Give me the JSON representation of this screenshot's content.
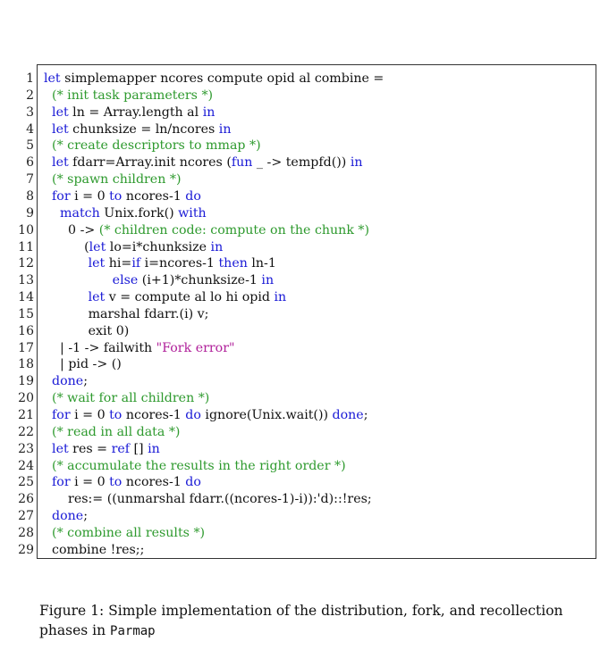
{
  "listing": {
    "lines": [
      [
        {
          "t": "kw",
          "v": "let"
        },
        {
          "t": "n",
          "v": " simplemapper ncores compute opid al combine ="
        }
      ],
      [
        {
          "t": "n",
          "v": "  "
        },
        {
          "t": "cm",
          "v": "(* init task parameters *)"
        }
      ],
      [
        {
          "t": "n",
          "v": "  "
        },
        {
          "t": "kw",
          "v": "let"
        },
        {
          "t": "n",
          "v": " ln = Array.length al "
        },
        {
          "t": "kw",
          "v": "in"
        }
      ],
      [
        {
          "t": "n",
          "v": "  "
        },
        {
          "t": "kw",
          "v": "let"
        },
        {
          "t": "n",
          "v": " chunksize = ln/ncores "
        },
        {
          "t": "kw",
          "v": "in"
        }
      ],
      [
        {
          "t": "n",
          "v": "  "
        },
        {
          "t": "cm",
          "v": "(* create descriptors to mmap *)"
        }
      ],
      [
        {
          "t": "n",
          "v": "  "
        },
        {
          "t": "kw",
          "v": "let"
        },
        {
          "t": "n",
          "v": " fdarr=Array.init ncores ("
        },
        {
          "t": "kw",
          "v": "fun"
        },
        {
          "t": "n",
          "v": " _ -> tempfd()) "
        },
        {
          "t": "kw",
          "v": "in"
        }
      ],
      [
        {
          "t": "n",
          "v": "  "
        },
        {
          "t": "cm",
          "v": "(* spawn children *)"
        }
      ],
      [
        {
          "t": "n",
          "v": "  "
        },
        {
          "t": "kw",
          "v": "for"
        },
        {
          "t": "n",
          "v": " i = 0 "
        },
        {
          "t": "kw",
          "v": "to"
        },
        {
          "t": "n",
          "v": " ncores-1 "
        },
        {
          "t": "kw",
          "v": "do"
        }
      ],
      [
        {
          "t": "n",
          "v": "    "
        },
        {
          "t": "kw",
          "v": "match"
        },
        {
          "t": "n",
          "v": " Unix.fork() "
        },
        {
          "t": "kw",
          "v": "with"
        }
      ],
      [
        {
          "t": "n",
          "v": "      0 -> "
        },
        {
          "t": "cm",
          "v": "(* children code: compute on the chunk *)"
        }
      ],
      [
        {
          "t": "n",
          "v": "          ("
        },
        {
          "t": "kw",
          "v": "let"
        },
        {
          "t": "n",
          "v": " lo=i*chunksize "
        },
        {
          "t": "kw",
          "v": "in"
        }
      ],
      [
        {
          "t": "n",
          "v": "           "
        },
        {
          "t": "kw",
          "v": "let"
        },
        {
          "t": "n",
          "v": " hi="
        },
        {
          "t": "kw",
          "v": "if"
        },
        {
          "t": "n",
          "v": " i=ncores-1 "
        },
        {
          "t": "kw",
          "v": "then"
        },
        {
          "t": "n",
          "v": " ln-1"
        }
      ],
      [
        {
          "t": "n",
          "v": "                 "
        },
        {
          "t": "kw",
          "v": "else"
        },
        {
          "t": "n",
          "v": " (i+1)*chunksize-1 "
        },
        {
          "t": "kw",
          "v": "in"
        }
      ],
      [
        {
          "t": "n",
          "v": "           "
        },
        {
          "t": "kw",
          "v": "let"
        },
        {
          "t": "n",
          "v": " v = compute al lo hi opid "
        },
        {
          "t": "kw",
          "v": "in"
        }
      ],
      [
        {
          "t": "n",
          "v": "           marshal fdarr.(i) v;"
        }
      ],
      [
        {
          "t": "n",
          "v": "           exit 0)"
        }
      ],
      [
        {
          "t": "n",
          "v": "    | -1 -> failwith "
        },
        {
          "t": "st",
          "v": "\"Fork error\""
        }
      ],
      [
        {
          "t": "n",
          "v": "    | pid -> ()"
        }
      ],
      [
        {
          "t": "n",
          "v": "  "
        },
        {
          "t": "kw",
          "v": "done"
        },
        {
          "t": "n",
          "v": ";"
        }
      ],
      [
        {
          "t": "n",
          "v": "  "
        },
        {
          "t": "cm",
          "v": "(* wait for all children *)"
        }
      ],
      [
        {
          "t": "n",
          "v": "  "
        },
        {
          "t": "kw",
          "v": "for"
        },
        {
          "t": "n",
          "v": " i = 0 "
        },
        {
          "t": "kw",
          "v": "to"
        },
        {
          "t": "n",
          "v": " ncores-1 "
        },
        {
          "t": "kw",
          "v": "do"
        },
        {
          "t": "n",
          "v": " ignore(Unix.wait()) "
        },
        {
          "t": "kw",
          "v": "done"
        },
        {
          "t": "n",
          "v": ";"
        }
      ],
      [
        {
          "t": "n",
          "v": "  "
        },
        {
          "t": "cm",
          "v": "(* read in all data *)"
        }
      ],
      [
        {
          "t": "n",
          "v": "  "
        },
        {
          "t": "kw",
          "v": "let"
        },
        {
          "t": "n",
          "v": " res = "
        },
        {
          "t": "kw",
          "v": "ref"
        },
        {
          "t": "n",
          "v": " [] "
        },
        {
          "t": "kw",
          "v": "in"
        }
      ],
      [
        {
          "t": "n",
          "v": "  "
        },
        {
          "t": "cm",
          "v": "(* accumulate the results in the right order *)"
        }
      ],
      [
        {
          "t": "n",
          "v": "  "
        },
        {
          "t": "kw",
          "v": "for"
        },
        {
          "t": "n",
          "v": " i = 0 "
        },
        {
          "t": "kw",
          "v": "to"
        },
        {
          "t": "n",
          "v": " ncores-1 "
        },
        {
          "t": "kw",
          "v": "do"
        }
      ],
      [
        {
          "t": "n",
          "v": "      res:= ((unmarshal fdarr.((ncores-1)-i)):'d)::!res;"
        }
      ],
      [
        {
          "t": "n",
          "v": "  "
        },
        {
          "t": "kw",
          "v": "done"
        },
        {
          "t": "n",
          "v": ";"
        }
      ],
      [
        {
          "t": "n",
          "v": "  "
        },
        {
          "t": "cm",
          "v": "(* combine all results *)"
        }
      ],
      [
        {
          "t": "n",
          "v": "  combine !res;;"
        }
      ]
    ]
  },
  "caption": {
    "text": "Figure 1: Simple implementation of the distribution, fork, and recollection phases in ",
    "code_word": "Parmap"
  },
  "colors": {
    "keyword": "#1a1ad6",
    "comment": "#2e9a2e",
    "string": "#b0209a",
    "border": "#333333"
  }
}
